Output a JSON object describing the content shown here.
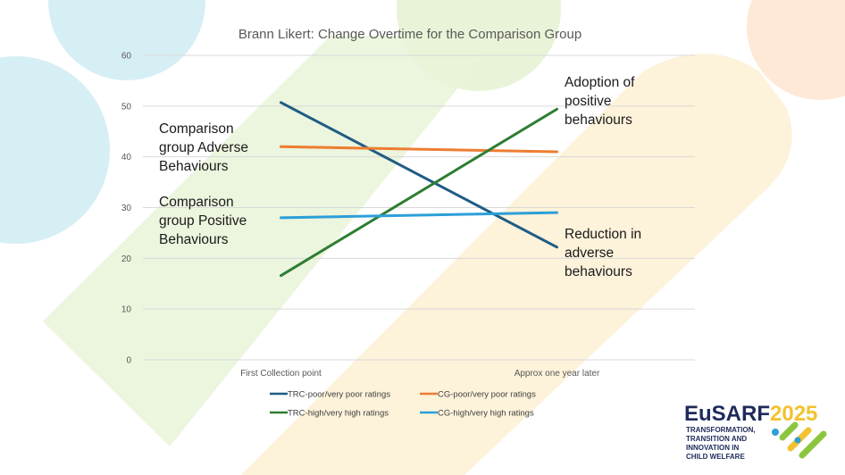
{
  "chart_data": {
    "type": "line",
    "title": "Brann Likert: Change Overtime for the Comparison Group",
    "categories": [
      "First Collection point",
      "Approx one year later"
    ],
    "ylim": [
      0,
      60
    ],
    "yticks": [
      0,
      10,
      20,
      30,
      40,
      50,
      60
    ],
    "grid": true,
    "legend_position": "bottom",
    "series": [
      {
        "name": "TRC-poor/very poor ratings",
        "color": "#1f5c84",
        "values": [
          50.7,
          22.2
        ]
      },
      {
        "name": "CG-poor/very poor ratings",
        "color": "#ed7d31",
        "values": [
          42.0,
          41.0
        ]
      },
      {
        "name": "TRC-high/very high ratings",
        "color": "#2e7d32",
        "values": [
          16.6,
          49.4
        ]
      },
      {
        "name": "CG-high/very high ratings",
        "color": "#2b9fd9",
        "values": [
          28.0,
          29.0
        ]
      }
    ],
    "annotations": [
      {
        "text": "Comparison group Adverse Behaviours",
        "lines": [
          "Comparison",
          "group Adverse",
          "Behaviours"
        ]
      },
      {
        "text": "Comparison group Positive Behaviours",
        "lines": [
          "Comparison",
          "group Positive",
          "Behaviours"
        ]
      },
      {
        "text": "Adoption of positive behaviours",
        "lines": [
          "Adoption of",
          "positive",
          "behaviours"
        ]
      },
      {
        "text": "Reduction in adverse behaviours",
        "lines": [
          "Reduction in",
          "adverse",
          "behaviours"
        ]
      }
    ]
  },
  "logo": {
    "name_part1": "EuSARF",
    "name_part2": "2025",
    "tagline_lines": [
      "TRANSFORMATION,",
      "TRANSITION AND",
      "INNOVATION IN",
      "CHILD WELFARE"
    ],
    "colors": {
      "navy": "#1f2a5a",
      "gold": "#f2c230",
      "green": "#8cc63f",
      "blue": "#2b9fd9"
    }
  },
  "background": {
    "colors": [
      "#d6eff5",
      "#e9f3d8",
      "#fdf1d6",
      "#fde9d5"
    ]
  }
}
